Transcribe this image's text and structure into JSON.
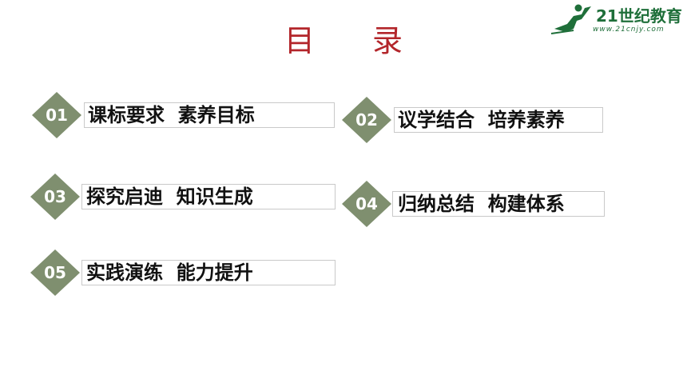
{
  "header": {
    "title": "目 录"
  },
  "logo": {
    "name": "21世纪教育",
    "url": "www.21cnjy.com",
    "color": "#1f6f3a"
  },
  "theme": {
    "diamond_color": "#7f8f6f",
    "title_color": "#b3262b"
  },
  "items": [
    {
      "num": "01",
      "label": "课标要求  素养目标"
    },
    {
      "num": "02",
      "label": "议学结合  培养素养"
    },
    {
      "num": "03",
      "label": "探究启迪  知识生成"
    },
    {
      "num": "04",
      "label": "归纳总结  构建体系"
    },
    {
      "num": "05",
      "label": "实践演练  能力提升"
    }
  ]
}
